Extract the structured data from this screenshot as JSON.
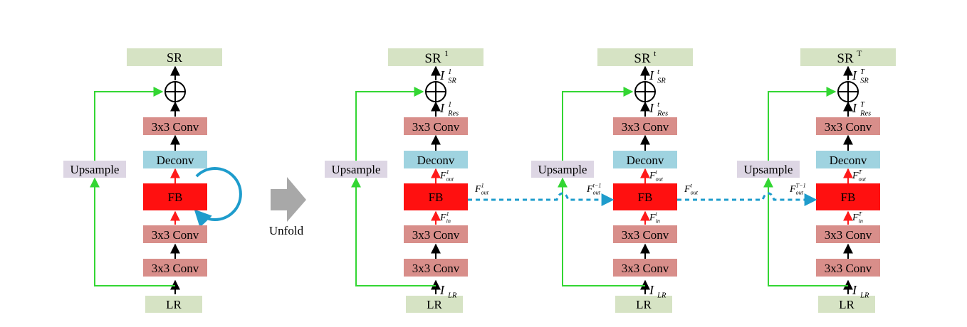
{
  "rolled": {
    "sr": "SR",
    "lr": "LR",
    "conv_top": "3x3 Conv",
    "deconv": "Deconv",
    "fb": "FB",
    "conv_mid": "3x3 Conv",
    "conv_bot": "3x3 Conv",
    "upsample": "Upsample"
  },
  "unfold_label": "Unfold",
  "steps": [
    {
      "sr": "SR",
      "sr_sup": "1",
      "lr": "LR",
      "conv_top": "3x3 Conv",
      "deconv": "Deconv",
      "fb": "FB",
      "conv_mid": "3x3 Conv",
      "conv_bot": "3x3 Conv",
      "upsample": "Upsample",
      "i_sr": "I",
      "i_sr_sup": "1",
      "i_sr_sub": "SR",
      "i_res": "I",
      "i_res_sup": "1",
      "i_res_sub": "Res",
      "f_out": "F",
      "f_out_sup": "1",
      "f_out_sub": "out",
      "f_in": "F",
      "f_in_sup": "1",
      "f_in_sub": "in",
      "i_lr": "I",
      "i_lr_sub": "LR",
      "link_out": "F",
      "link_out_sup": "1",
      "link_out_sub": "out"
    },
    {
      "sr": "SR",
      "sr_sup": "t",
      "lr": "LR",
      "conv_top": "3x3 Conv",
      "deconv": "Deconv",
      "fb": "FB",
      "conv_mid": "3x3 Conv",
      "conv_bot": "3x3 Conv",
      "upsample": "Upsample",
      "i_sr": "I",
      "i_sr_sup": "t",
      "i_sr_sub": "SR",
      "i_res": "I",
      "i_res_sup": "t",
      "i_res_sub": "Res",
      "f_out": "F",
      "f_out_sup": "t",
      "f_out_sub": "out",
      "f_in": "F",
      "f_in_sup": "t",
      "f_in_sub": "in",
      "i_lr": "I",
      "i_lr_sub": "LR",
      "link_in": "F",
      "link_in_sup": "t−1",
      "link_in_sub": "out",
      "link_out": "F",
      "link_out_sup": "t",
      "link_out_sub": "out"
    },
    {
      "sr": "SR",
      "sr_sup": "T",
      "lr": "LR",
      "conv_top": "3x3 Conv",
      "deconv": "Deconv",
      "fb": "FB",
      "conv_mid": "3x3 Conv",
      "conv_bot": "3x3 Conv",
      "upsample": "Upsample",
      "i_sr": "I",
      "i_sr_sup": "T",
      "i_sr_sub": "SR",
      "i_res": "I",
      "i_res_sup": "T",
      "i_res_sub": "Res",
      "f_out": "F",
      "f_out_sup": "T",
      "f_out_sub": "out",
      "f_in": "F",
      "f_in_sup": "T",
      "f_in_sub": "in",
      "i_lr": "I",
      "i_lr_sub": "LR",
      "link_in": "F",
      "link_in_sup": "T−1",
      "link_in_sub": "out"
    }
  ],
  "colors": {
    "green_box": "#d6e3c4",
    "conv_box": "#d88e8a",
    "deconv_box": "#9fd3e0",
    "fb_box": "#ff1010",
    "upsample_box": "#ddd6e4",
    "green_line": "#33d633",
    "red_arrow": "#ff1a1a",
    "feedback_loop": "#1e9ccc",
    "unfold_arrow": "#a8a8a8"
  }
}
